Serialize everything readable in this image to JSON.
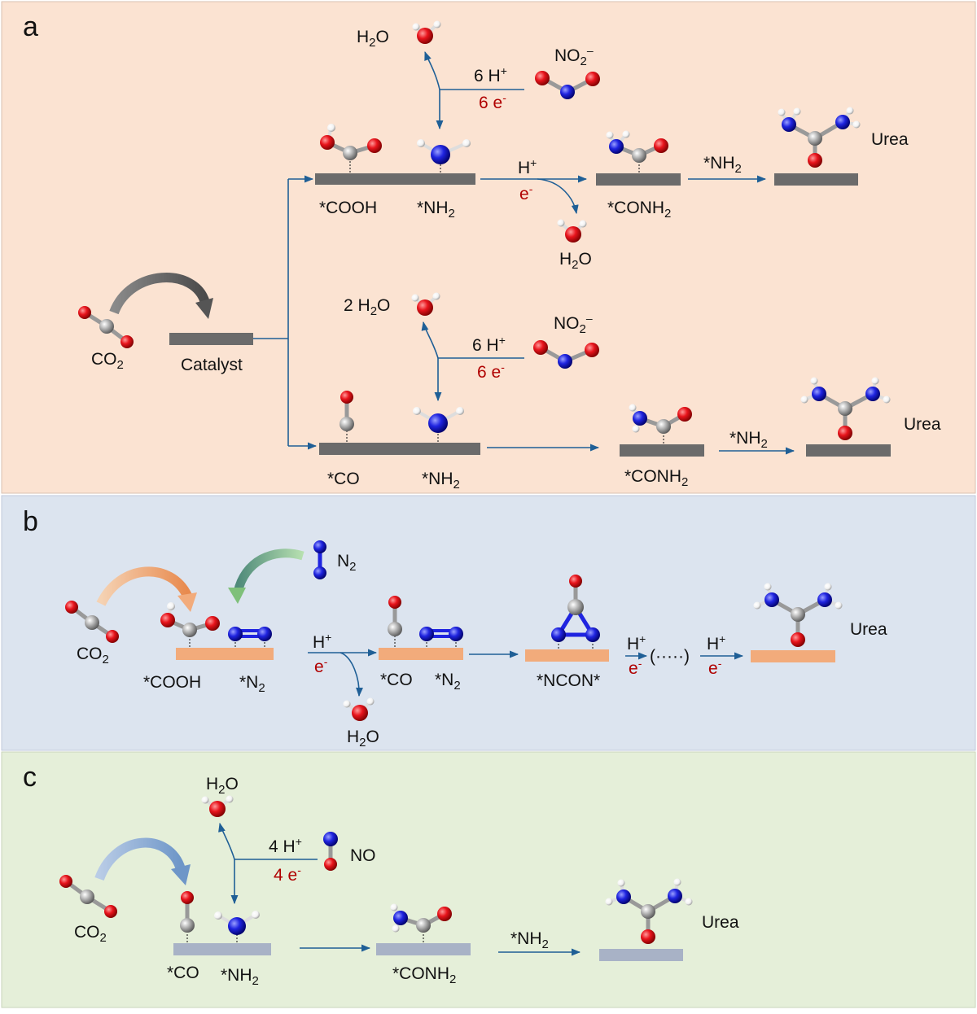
{
  "panels": {
    "a": {
      "letter": "a",
      "background": "#fbe3d2",
      "co2": "CO",
      "catalyst": "Catalyst",
      "top": {
        "h2o": "H",
        "h_cnt": "6 H",
        "e_cnt": "6 e",
        "nitrite": "NO",
        "cooh": "*COOH",
        "nh2": "*NH",
        "h_step": "H",
        "e_step": "e",
        "h2o_side": "H",
        "conh2": "*CONH",
        "nh2_arrow": "*NH",
        "urea": "Urea"
      },
      "bottom": {
        "h2o": "2 H",
        "h_cnt": "6 H",
        "e_cnt": "6 e",
        "nitrite": "NO",
        "co": "*CO",
        "nh2": "*NH",
        "conh2": "*CONH",
        "nh2_arrow": "*NH",
        "urea": "Urea"
      }
    },
    "b": {
      "letter": "b",
      "background": "#dce4ef",
      "co2": "CO",
      "n2": "N",
      "cooh": "*COOH",
      "n2_ads": "*N",
      "h1": "H",
      "e1": "e",
      "h2o": "H",
      "co": "*CO",
      "n2_ads2": "*N",
      "ncon": "*NCON*",
      "h2": "H",
      "e2": "e",
      "dots": "(·····)",
      "h3": "H",
      "e3": "e",
      "urea": "Urea"
    },
    "c": {
      "letter": "c",
      "background": "#e5efd9",
      "h2o": "H",
      "h_cnt": "4 H",
      "e_cnt": "4 e",
      "no": "NO",
      "co2": "CO",
      "co": "*CO",
      "nh2": "*NH",
      "conh2": "*CONH",
      "nh2_arrow": "*NH",
      "urea": "Urea"
    }
  },
  "colors": {
    "oxygen": "#e8141c",
    "carbon": "#b4b4b4",
    "nitrogen": "#1f24e0",
    "hydrogen": "#ffffff",
    "arrow": "#1f5f96",
    "surface_a": "#6b6b6b",
    "surface_b": "#f2ab7b",
    "surface_c": "#a8b2c6",
    "electron_red": "#b00000"
  }
}
